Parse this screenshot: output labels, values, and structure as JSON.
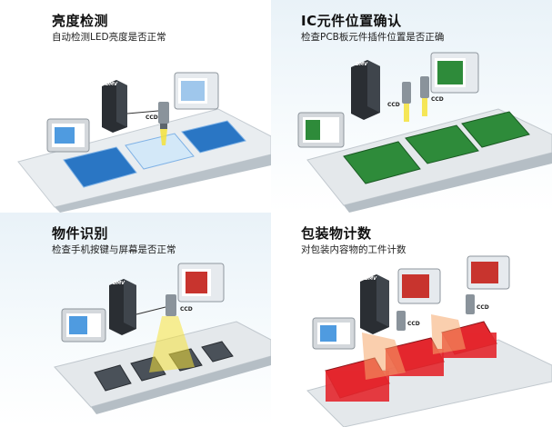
{
  "panels": [
    {
      "title": "亮度检测",
      "subtitle": "自动检测LED亮度是否正常"
    },
    {
      "title": "IC元件位置确认",
      "subtitle": "检查PCB板元件插件位置是否正确"
    },
    {
      "title": "物件识别",
      "subtitle": "检查手机按键与屏幕是否正常"
    },
    {
      "title": "包装物计数",
      "subtitle": "对包装内容物的工件计数"
    }
  ],
  "labels": {
    "camera": "CCD",
    "controller_brand": "DMV"
  },
  "colors": {
    "accent": "#f5e23a",
    "crate": "#e3272e",
    "screen": "#1f6fb3",
    "pcb": "#2e8b3a"
  }
}
